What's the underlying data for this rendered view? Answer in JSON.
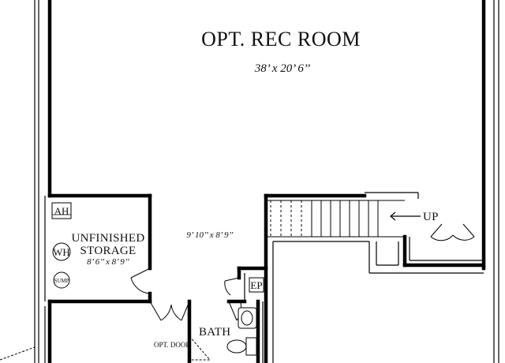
{
  "rooms": {
    "rec_room": {
      "name": "OPT. REC ROOM",
      "dimensions": "38’ x 20’ 6’’"
    },
    "storage": {
      "name_line1": "UNFINISHED",
      "name_line2": "STORAGE",
      "dimensions": "8’ 6’’ x 8’ 9’’"
    },
    "hall": {
      "dimensions": "9’ 10’’ x 8’ 9’’"
    },
    "bath": {
      "name": "BATH"
    }
  },
  "equipment": {
    "air_handler": "AH",
    "water_heater": "WH",
    "sump": "SUMP",
    "electrical_panel": "EP"
  },
  "stairs": {
    "direction_label": "UP"
  },
  "notes": {
    "optional_door": "OPT. DOOR"
  }
}
